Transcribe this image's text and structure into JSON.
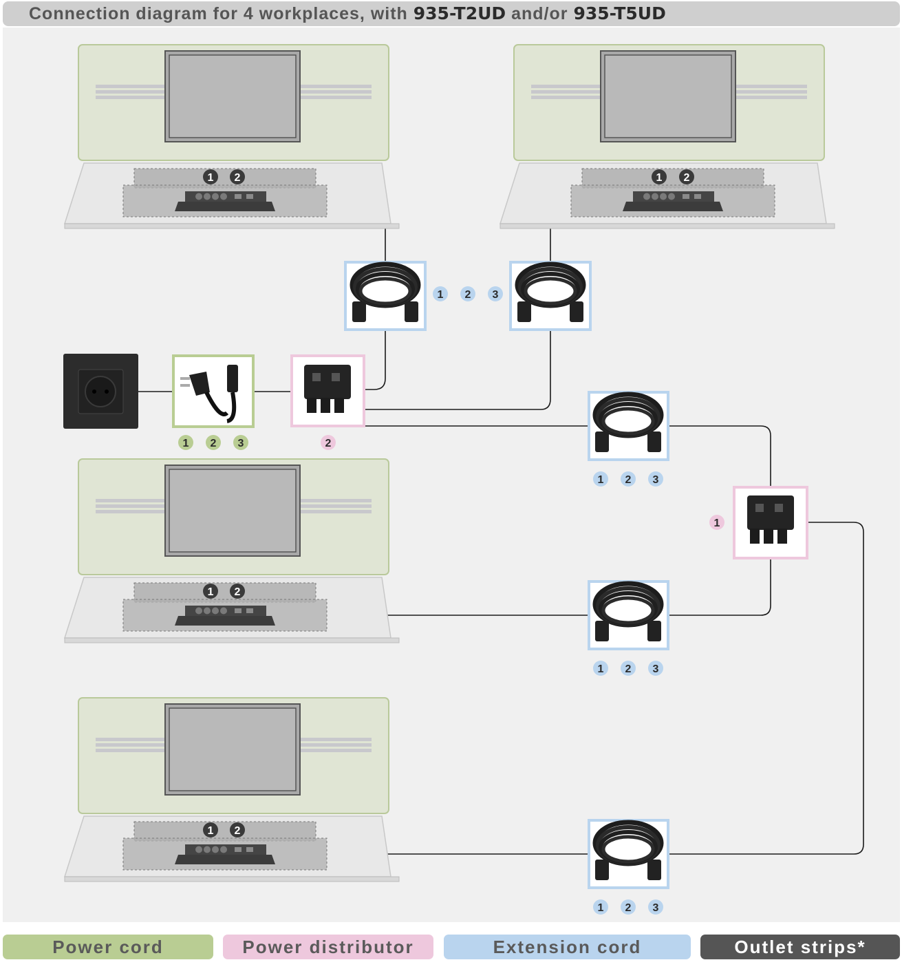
{
  "title": {
    "prefix": "Connection diagram for 4 workplaces, with ",
    "model_a": "935-T2UD",
    "middle": " and/or ",
    "model_b": "935-T5UD"
  },
  "legend": {
    "power_cord": "Power cord",
    "power_distributor": "Power distributor",
    "extension_cord": "Extension cord",
    "outlet_strips": "Outlet strips*"
  },
  "badges": {
    "outlet_1": "1",
    "outlet_2": "2",
    "opt_1": "1",
    "opt_2": "2",
    "opt_3": "3"
  },
  "colors": {
    "power_cord": "#b9cd93",
    "power_distributor": "#eec8dd",
    "extension_cord": "#b9d4ee",
    "outlet_strips": "#555555"
  },
  "icons": [
    "wall-socket-icon",
    "power-plug-icon",
    "power-distributor-icon",
    "extension-cord-icon",
    "outlet-strip-icon",
    "monitor-icon",
    "desk-icon"
  ]
}
